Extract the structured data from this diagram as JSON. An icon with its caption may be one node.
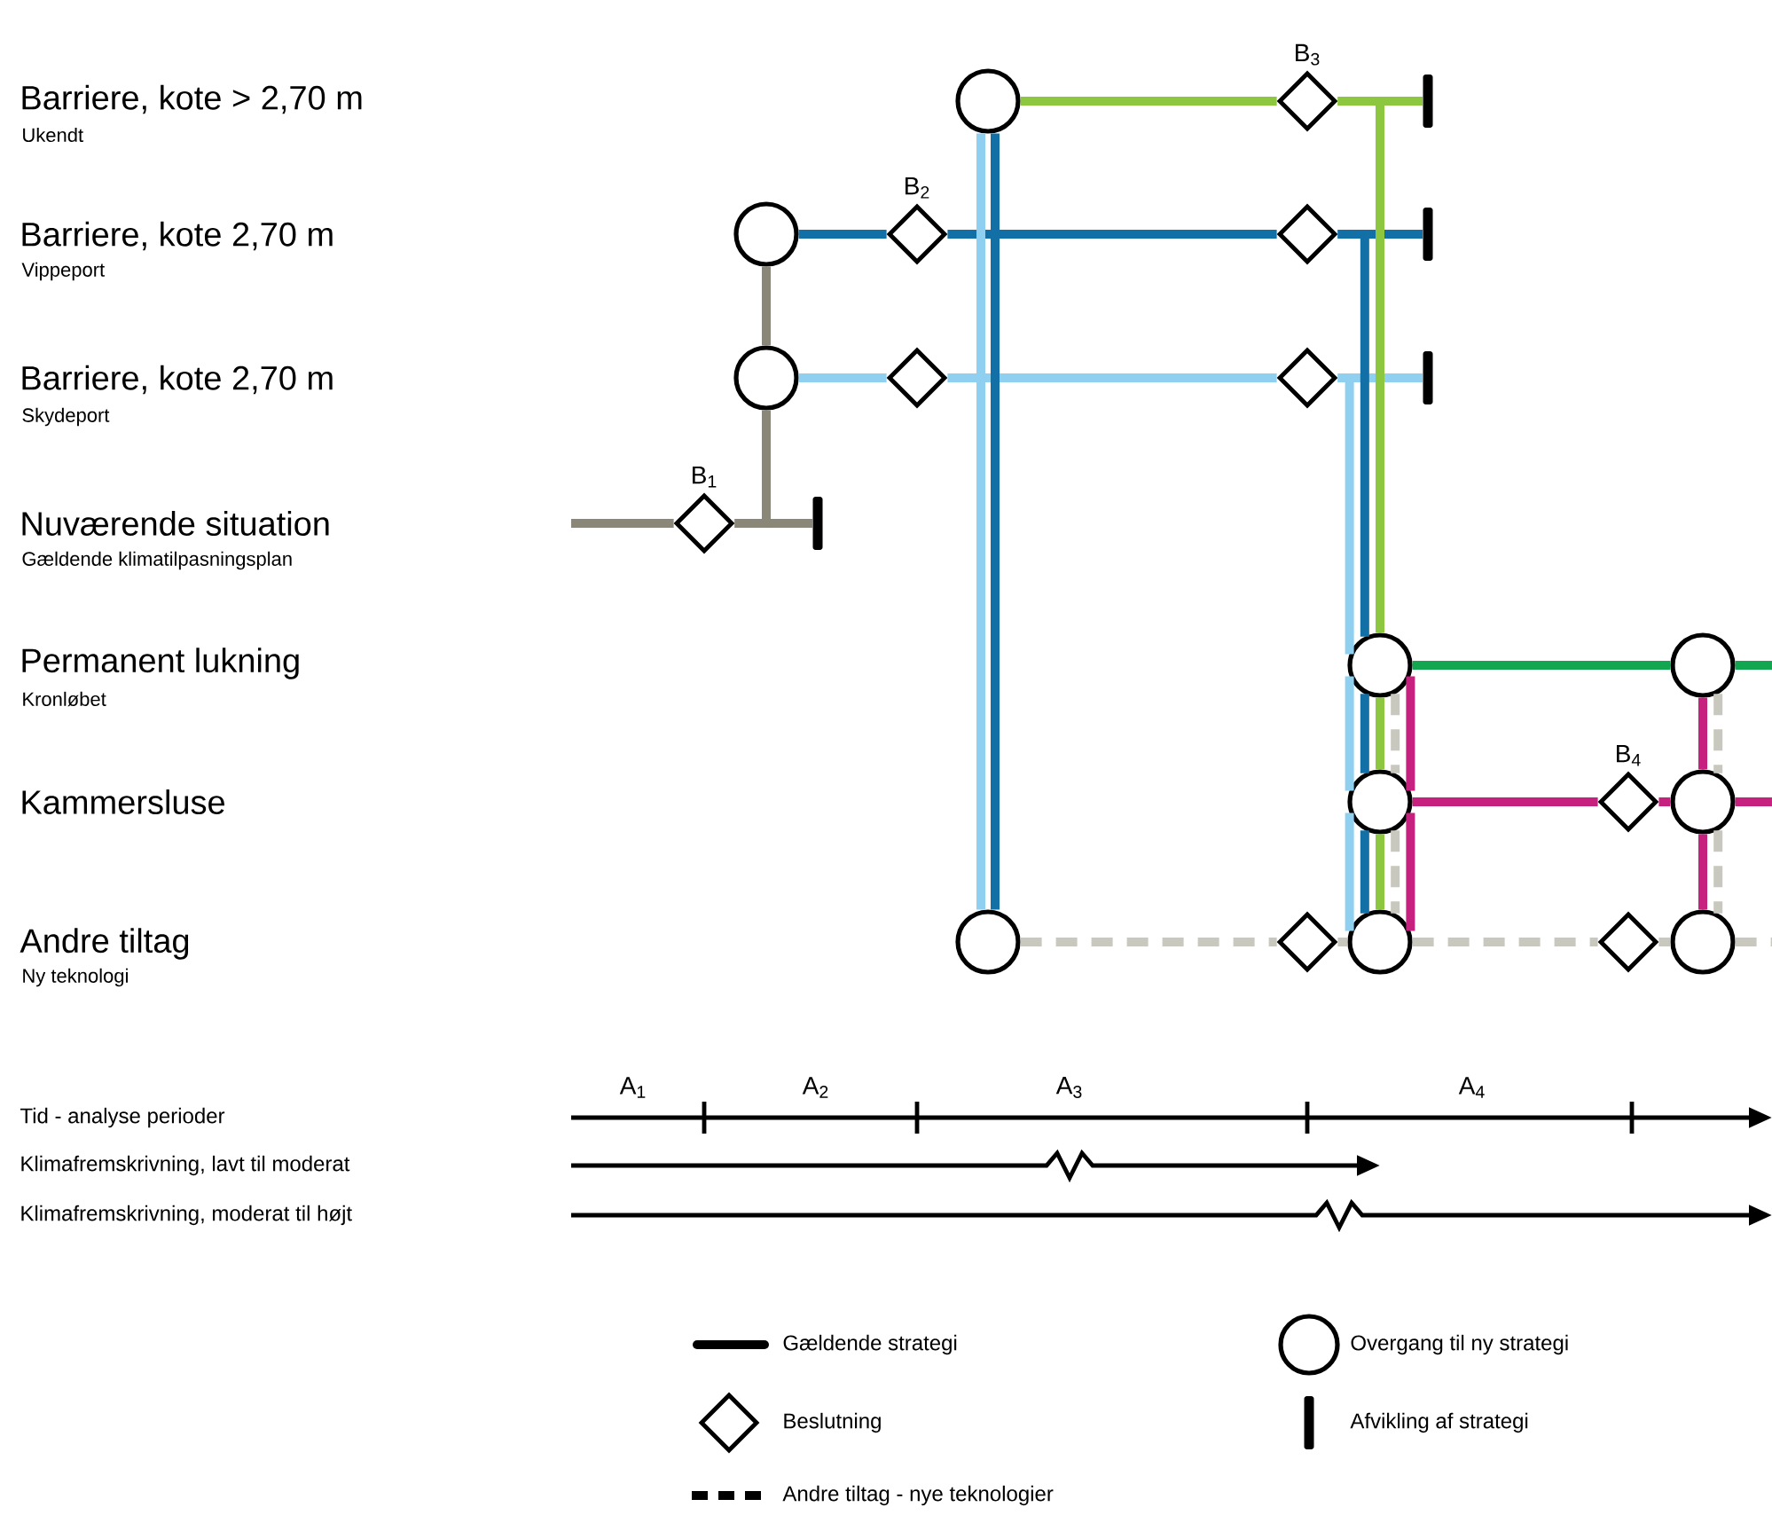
{
  "diagram": {
    "nodes": [
      {
        "text": [],
        "shape": "circle"
      },
      {
        "text": [],
        "shape": "diamond",
        "beside": [
          "B$_{3}$"
        ]
      },
      {
        "text": [],
        "shape": "bar"
      },
      {
        "text": [],
        "shape": "circle"
      },
      {
        "text": [],
        "shape": "diamond",
        "beside": [
          "B$_{2}$"
        ]
      },
      {
        "text": [],
        "shape": "diamond"
      },
      {
        "text": [],
        "shape": "bar"
      },
      {
        "text": [],
        "shape": "circle"
      },
      {
        "text": [],
        "shape": "diamond"
      },
      {
        "text": [],
        "shape": "diamond"
      },
      {
        "text": [],
        "shape": "bar"
      },
      {
        "text": [],
        "shape": "diamond",
        "beside": [
          "B$_{1}$"
        ]
      },
      {
        "text": [],
        "shape": "bar"
      },
      {
        "text": [],
        "shape": "circle"
      },
      {
        "text": [],
        "shape": "circle"
      },
      {
        "text": [],
        "shape": "circle"
      },
      {
        "text": [],
        "shape": "diamond",
        "beside": [
          "B$_{4}$"
        ]
      },
      {
        "text": [],
        "shape": "circle"
      },
      {
        "text": [],
        "shape": "circle"
      },
      {
        "text": [],
        "shape": "diamond"
      },
      {
        "text": [],
        "shape": "circle"
      },
      {
        "text": [],
        "shape": "diamond"
      },
      {
        "text": [],
        "shape": "circle"
      }
    ],
    "edges": [
      {
        "from": null,
        "to": 11,
        "arrow": "none",
        "color": "#8a8778"
      },
      {
        "from": 11,
        "to": 12,
        "arrow": "none",
        "color": "#8a8778"
      },
      {
        "from": 11,
        "to": 7,
        "arrow": "none",
        "color": "#8a8778"
      },
      {
        "from": 7,
        "to": 3,
        "arrow": "none",
        "color": "#8a8778"
      },
      {
        "from": 3,
        "to": 4,
        "arrow": "none",
        "color": "#1370a6"
      },
      {
        "from": 4,
        "to": 5,
        "arrow": "none",
        "color": "#1370a6"
      },
      {
        "from": 5,
        "to": 6,
        "arrow": "none",
        "color": "#1370a6"
      },
      {
        "from": 7,
        "to": 8,
        "arrow": "none",
        "color": "#8fd0f0"
      },
      {
        "from": 8,
        "to": 9,
        "arrow": "none",
        "color": "#8fd0f0"
      },
      {
        "from": 9,
        "to": 10,
        "arrow": "none",
        "color": "#8fd0f0"
      },
      {
        "from": 0,
        "to": 1,
        "arrow": "none",
        "color": "#8dc63f"
      },
      {
        "from": 1,
        "to": 2,
        "arrow": "none",
        "color": "#8dc63f"
      },
      {
        "from": 0,
        "to": 18,
        "arrow": "none",
        "color": "#8fd0f0"
      },
      {
        "from": 0,
        "to": 18,
        "arrow": "none",
        "color": "#1370a6"
      },
      {
        "from": 5,
        "to": 13,
        "arrow": "none",
        "color": "#1370a6"
      },
      {
        "from": 13,
        "to": 15,
        "arrow": "none",
        "color": "#1370a6"
      },
      {
        "from": 15,
        "to": 20,
        "arrow": "none",
        "color": "#1370a6"
      },
      {
        "from": 9,
        "to": 13,
        "arrow": "none",
        "color": "#8fd0f0"
      },
      {
        "from": 13,
        "to": 15,
        "arrow": "none",
        "color": "#8fd0f0"
      },
      {
        "from": 15,
        "to": 20,
        "arrow": "none",
        "color": "#8fd0f0"
      },
      {
        "from": 1,
        "to": 13,
        "arrow": "none",
        "color": "#8dc63f"
      },
      {
        "from": 13,
        "to": 15,
        "arrow": "none",
        "color": "#8dc63f"
      },
      {
        "from": 15,
        "to": 20,
        "arrow": "none",
        "color": "#8dc63f"
      },
      {
        "from": 18,
        "to": 19,
        "arrow": "none",
        "style": "dashed",
        "color": "#c8c8bf"
      },
      {
        "from": 19,
        "to": 20,
        "arrow": "none",
        "style": "dashed",
        "color": "#c8c8bf"
      },
      {
        "from": 20,
        "to": 21,
        "arrow": "none",
        "style": "dashed",
        "color": "#c8c8bf"
      },
      {
        "from": 21,
        "to": 22,
        "arrow": "none",
        "style": "dashed",
        "color": "#c8c8bf"
      },
      {
        "from": 22,
        "to": null,
        "arrow": "none",
        "style": "dashed",
        "color": "#c8c8bf"
      },
      {
        "from": 13,
        "to": 15,
        "arrow": "none",
        "style": "dashed",
        "color": "#c8c8bf"
      },
      {
        "from": 15,
        "to": 20,
        "arrow": "none",
        "style": "dashed",
        "color": "#c8c8bf"
      },
      {
        "from": 14,
        "to": 17,
        "arrow": "none",
        "style": "dashed",
        "color": "#c8c8bf"
      },
      {
        "from": 17,
        "to": 22,
        "arrow": "none",
        "style": "dashed",
        "color": "#c8c8bf"
      },
      {
        "from": 13,
        "to": 15,
        "arrow": "none",
        "color": "#c7217f"
      },
      {
        "from": 15,
        "to": 20,
        "arrow": "none",
        "color": "#c7217f"
      },
      {
        "from": 15,
        "to": 16,
        "arrow": "none",
        "color": "#c7217f"
      },
      {
        "from": 16,
        "to": 17,
        "arrow": "none",
        "color": "#c7217f"
      },
      {
        "from": 17,
        "to": null,
        "arrow": "none",
        "color": "#c7217f"
      },
      {
        "from": 14,
        "to": 17,
        "arrow": "none",
        "color": "#c7217f"
      },
      {
        "from": 17,
        "to": 22,
        "arrow": "none",
        "color": "#c7217f"
      },
      {
        "from": 13,
        "to": 14,
        "arrow": "none",
        "color": "#12a650"
      },
      {
        "from": 14,
        "to": null,
        "arrow": "none",
        "color": "#12a650"
      }
    ],
    "labels": [
      "Barriere, kote > 2,70 m",
      "Ukendt",
      "Barriere, kote 2,70 m",
      "Vippeport",
      "Barriere, kote 2,70 m",
      "Skydeport",
      "Nuværende situation",
      "Gældende klimatilpasningsplan",
      "Permanent lukning",
      "Kronløbet",
      "Kammersluse",
      "Andre tiltag",
      "Ny teknologi",
      "A$_{1}$",
      "A$_{2}$",
      "A$_{3}$",
      "A$_{4}$",
      "Tid - analyse perioder",
      "Klimafremskrivning, lavt til moderat",
      "Klimafremskrivning, moderat til højt"
    ],
    "legend": [
      {
        "text": "Gældende strategi"
      },
      {
        "text": "Overgang til ny strategi"
      },
      {
        "text": "Beslutning"
      },
      {
        "text": "Afvikling af strategi"
      },
      {
        "text": "Andre tiltag - nye teknologier"
      }
    ]
  }
}
